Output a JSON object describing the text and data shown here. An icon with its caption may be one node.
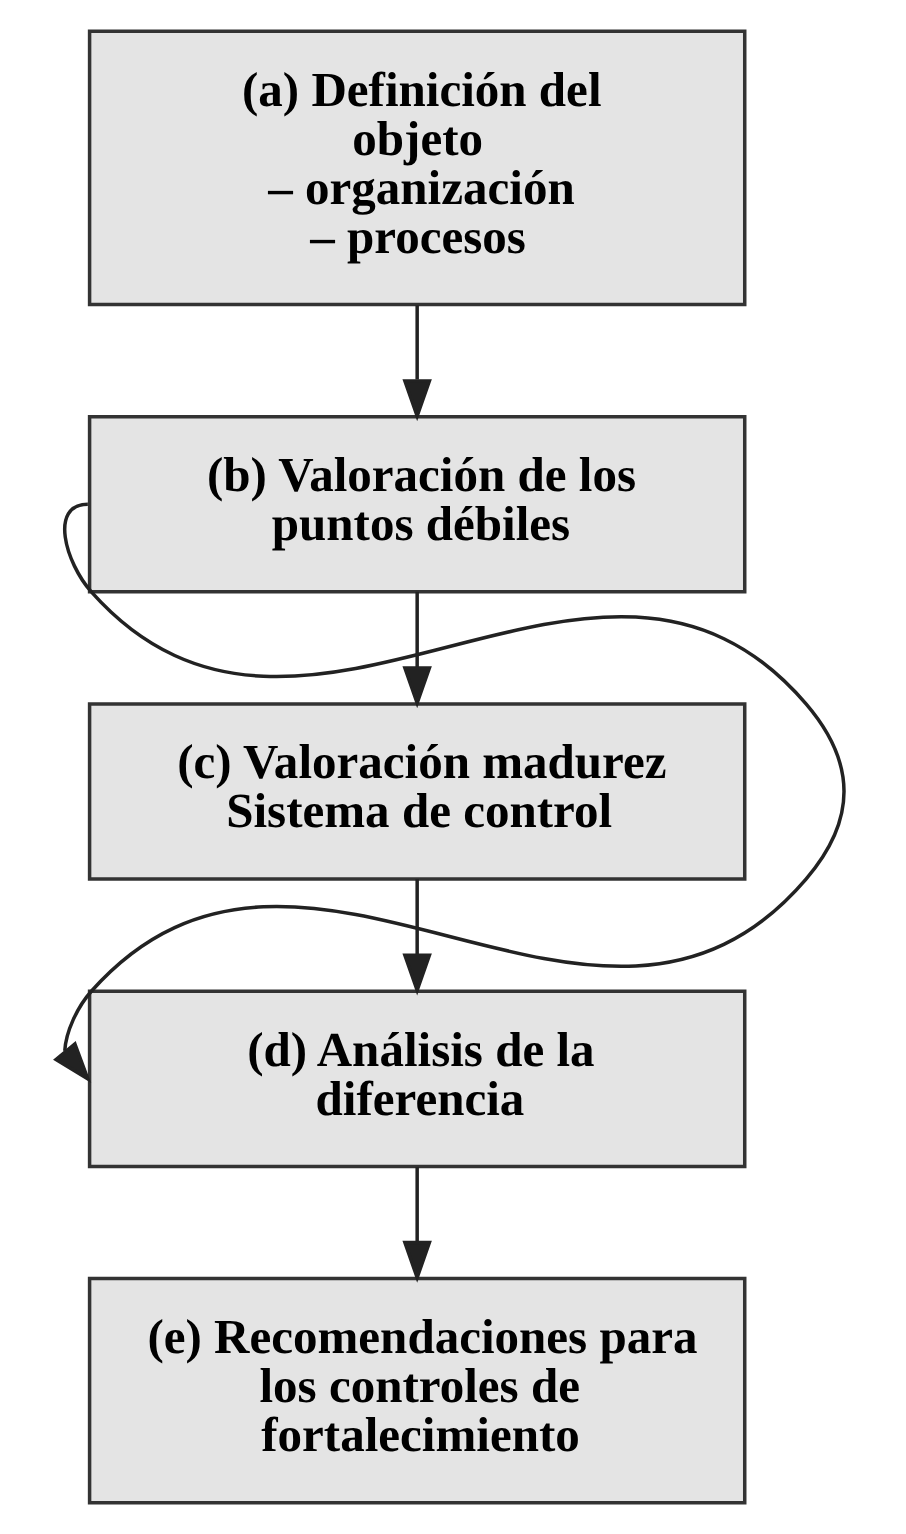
{
  "diagram": {
    "nodes": [
      {
        "text": [
          "(a) Definición del objeto",
          "– organización",
          "– procesos"
        ]
      },
      {
        "text": [
          "(b) Valoración de los puntos débiles"
        ]
      },
      {
        "text": [
          "(c) Valoración madurez Sistema de control"
        ]
      },
      {
        "text": [
          "(d) Análisis de la diferencia"
        ]
      },
      {
        "text": [
          "(e) Recomendaciones para los controles de fortalecimiento"
        ]
      }
    ],
    "edges": [
      {
        "from": 0,
        "to": 1,
        "arrow": "to"
      },
      {
        "from": 1,
        "to": 2,
        "arrow": "to"
      },
      {
        "from": 2,
        "to": 3,
        "arrow": "to"
      },
      {
        "from": 1,
        "to": 3,
        "arrow": "to"
      },
      {
        "from": 3,
        "to": 4,
        "arrow": "to"
      }
    ]
  }
}
